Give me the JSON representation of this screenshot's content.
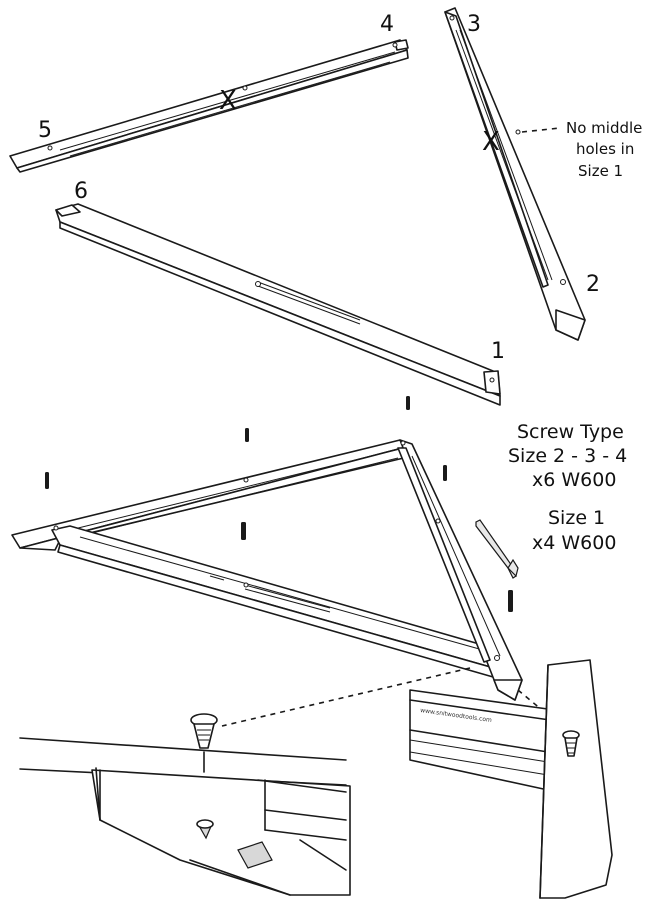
{
  "labels": {
    "n1": "1",
    "n2": "2",
    "n3": "3",
    "n4": "4",
    "n5": "5",
    "n6": "6",
    "x_mark": "X"
  },
  "note": {
    "line1": "No middle",
    "line2": "holes in",
    "line3": "Size 1"
  },
  "screw_info": {
    "title": "Screw Type",
    "line2": "Size 2 - 3 - 4",
    "line3": "x6 W600",
    "line4": "Size 1",
    "line5": "x4 W600"
  },
  "colors": {
    "stroke": "#1a1a1a",
    "shade": "#d8d8d8",
    "background": "#ffffff"
  },
  "icons": [
    "screw-icon",
    "allen-key-icon",
    "x-mark-icon"
  ]
}
